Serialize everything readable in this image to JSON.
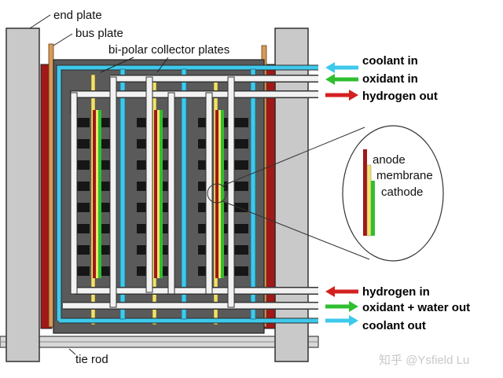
{
  "labels": {
    "end_plate": "end plate",
    "bus_plate": "bus plate",
    "bipolar_plates": "bi-polar collector plates",
    "tie_rod": "tie rod"
  },
  "flows": {
    "coolant_in": "coolant in",
    "oxidant_in": "oxidant in",
    "hydrogen_out": "hydrogen out",
    "hydrogen_in": "hydrogen in",
    "oxidant_water_out": "oxidant + water out",
    "coolant_out": "coolant out"
  },
  "inset": {
    "anode": "anode",
    "membrane": "membrane",
    "cathode": "cathode"
  },
  "watermark": "知乎 @Ysfield Lu",
  "colors": {
    "coolant": "#3ec9ec",
    "oxidant": "#2fbf2f",
    "hydrogen": "#d42020",
    "end_plate": "#c8c8c8",
    "bus_plate": "#a01818",
    "stack_fill": "#555555"
  }
}
